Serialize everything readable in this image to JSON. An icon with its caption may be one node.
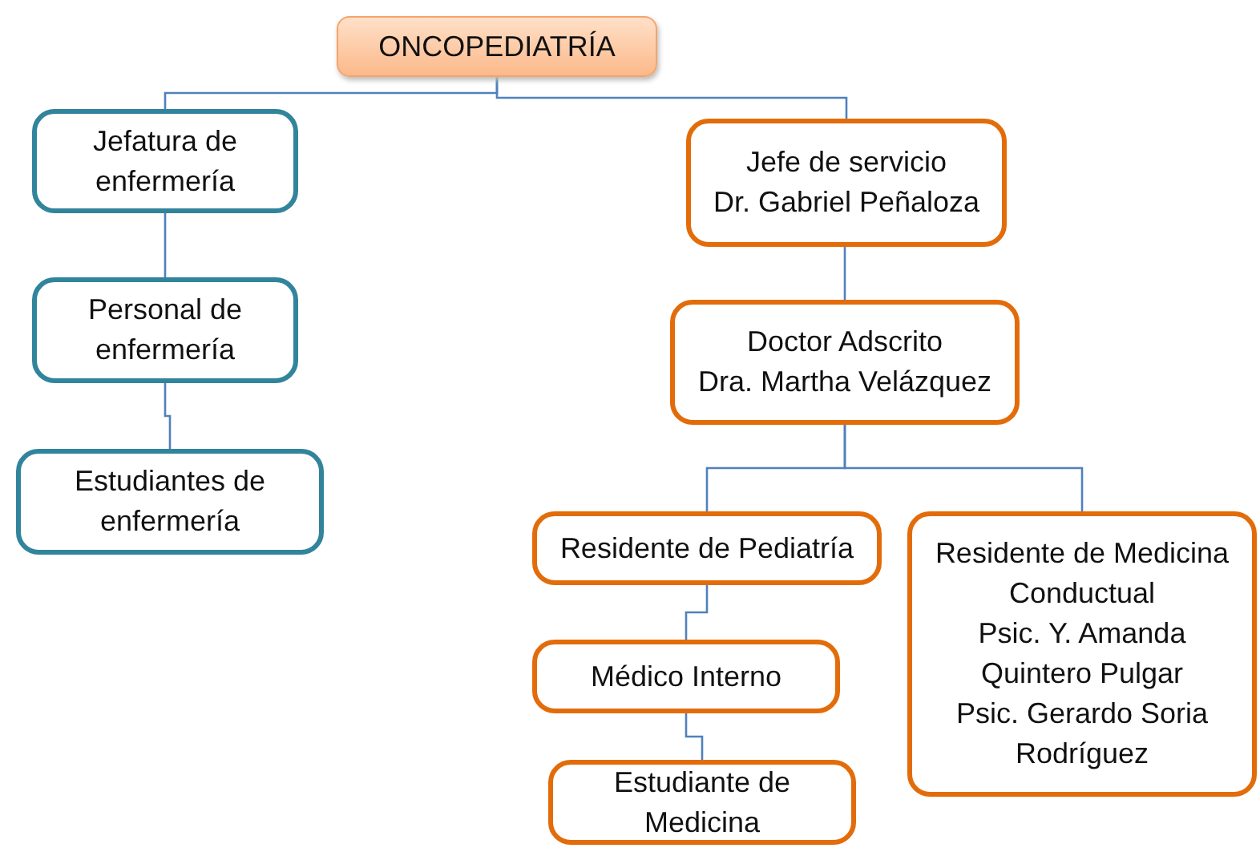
{
  "diagram": {
    "nodes": [
      {
        "text": [
          "ONCOPEDIATRÍA"
        ]
      },
      {
        "text": [
          "Jefatura de enfermería"
        ]
      },
      {
        "text": [
          "Personal de enfermería"
        ]
      },
      {
        "text": [
          "Estudiantes de enfermería"
        ]
      },
      {
        "text": [
          "Jefe de servicio",
          "Dr. Gabriel Peñaloza"
        ]
      },
      {
        "text": [
          "Doctor Adscrito",
          "Dra. Martha Velázquez"
        ]
      },
      {
        "text": [
          "Residente de Pediatría"
        ]
      },
      {
        "text": [
          "Residente de Medicina Conductual",
          "Psic. Y. Amanda Quintero Pulgar",
          "Psic. Gerardo Soria Rodríguez"
        ]
      },
      {
        "text": [
          "Médico Interno"
        ]
      },
      {
        "text": [
          "Estudiante de Medicina"
        ]
      }
    ],
    "edges": [
      {
        "from": 0,
        "to": 1,
        "arrow": "none"
      },
      {
        "from": 0,
        "to": 4,
        "arrow": "none"
      },
      {
        "from": 1,
        "to": 2,
        "arrow": "none"
      },
      {
        "from": 2,
        "to": 3,
        "arrow": "none"
      },
      {
        "from": 4,
        "to": 5,
        "arrow": "none"
      },
      {
        "from": 5,
        "to": 6,
        "arrow": "none"
      },
      {
        "from": 5,
        "to": 7,
        "arrow": "none"
      },
      {
        "from": 6,
        "to": 8,
        "arrow": "none"
      },
      {
        "from": 8,
        "to": 9,
        "arrow": "none"
      }
    ]
  }
}
